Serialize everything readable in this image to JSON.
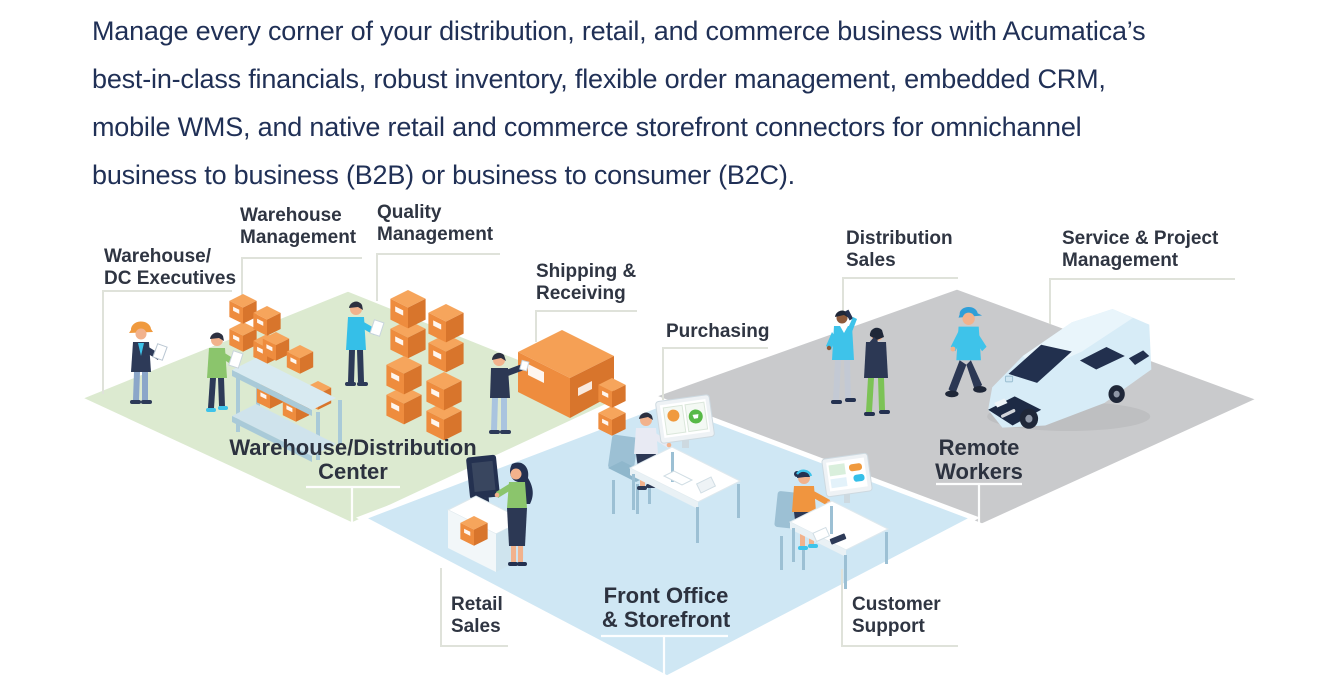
{
  "intro": {
    "lines": [
      "Manage every corner of your distribution, retail, and commerce business with Acumatica’s",
      "best-in-class financials, robust inventory, flexible order management, embedded CRM,",
      "mobile WMS, and native retail and commerce storefront connectors for omnichannel",
      "business to business (B2B) or business to consumer (B2C)."
    ]
  },
  "diagram": {
    "zone_labels": {
      "warehouse": "Warehouse/Distribution\nCenter",
      "front_office": "Front Office\n& Storefront",
      "remote": "Remote\nWorkers"
    },
    "callouts": {
      "dc_executives": "Warehouse/\nDC Executives",
      "warehouse_management": "Warehouse\nManagement",
      "quality_management": "Quality\nManagement",
      "shipping_receiving": "Shipping &\nReceiving",
      "purchasing": "Purchasing",
      "distribution_sales": "Distribution\nSales",
      "service_project_management": "Service & Project\nManagement",
      "retail_sales": "Retail\nSales",
      "customer_support": "Customer\nSupport"
    },
    "colors": {
      "warehouse_floor": "#dcead0",
      "front_office_floor": "#cfe7f4",
      "remote_floor": "#c9cacc",
      "box_orange": "#ee8c3e",
      "accent_cyan": "#3cbfe8",
      "intro_text": "#203056",
      "label_text": "#2f3542",
      "leader_line": "#dfe2da"
    }
  }
}
